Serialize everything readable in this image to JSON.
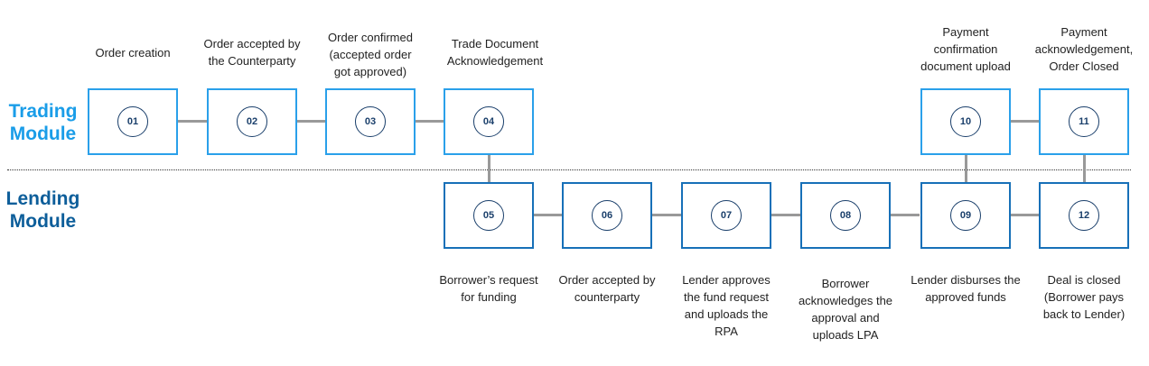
{
  "modules": {
    "trading": {
      "line1": "Trading",
      "line2": "Module"
    },
    "lending": {
      "line1": "Lending",
      "line2": "Module"
    }
  },
  "steps": [
    {
      "number": "01",
      "caption": [
        "Order creation"
      ]
    },
    {
      "number": "02",
      "caption": [
        "Order accepted by",
        "the Counterparty"
      ]
    },
    {
      "number": "03",
      "caption": [
        "Order confirmed",
        "(accepted order",
        "got approved)"
      ]
    },
    {
      "number": "04",
      "caption": [
        "Trade Document",
        "Acknowledgement"
      ]
    },
    {
      "number": "05",
      "caption": [
        "Borrower’s request",
        "for funding"
      ]
    },
    {
      "number": "06",
      "caption": [
        "Order accepted by",
        "counterparty"
      ]
    },
    {
      "number": "07",
      "caption": [
        "Lender approves",
        "the fund request",
        "and uploads the",
        "RPA"
      ]
    },
    {
      "number": "08",
      "caption": [
        "Borrower",
        "acknowledges the",
        "approval and",
        "uploads LPA"
      ]
    },
    {
      "number": "09",
      "caption": [
        "Lender disburses the",
        "approved funds"
      ]
    },
    {
      "number": "10",
      "caption": [
        "Payment",
        "confirmation",
        "document upload"
      ]
    },
    {
      "number": "11",
      "caption": [
        "Payment",
        "acknowledgement,",
        "Order Closed"
      ]
    },
    {
      "number": "12",
      "caption": [
        "Deal is closed",
        "(Borrower pays",
        "back to Lender)"
      ]
    }
  ],
  "colors": {
    "trading_accent": "#2aa0ea",
    "lending_accent": "#1770b8",
    "connector": "#999999",
    "number_text": "#1a3f6b"
  }
}
